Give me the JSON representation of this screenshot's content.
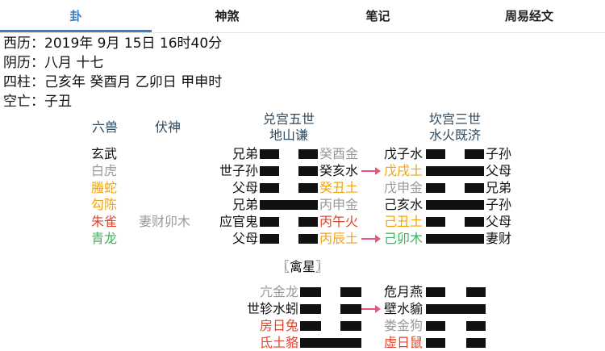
{
  "tabs": [
    "卦",
    "神煞",
    "笔记",
    "周易经文"
  ],
  "info": {
    "solar": "西历：2019年 9月 15日 16时40分",
    "lunar": "阴历：八月 十七",
    "pillars": "四柱：己亥年 癸酉月 乙卯日 甲申时",
    "void": "空亡：子丑"
  },
  "headers": {
    "six_beasts": "六兽",
    "hidden_god": "伏神",
    "main_palace": "兑宫五世",
    "main_name": "地山谦",
    "changed_palace": "坎宫三世",
    "changed_name": "水火既济"
  },
  "beasts": [
    "玄武",
    "白虎",
    "螣蛇",
    "勾陈",
    "朱雀",
    "青龙"
  ],
  "hidden": "妻财卯木",
  "main_left": [
    "兄弟",
    "世子孙",
    "父母",
    "兄弟",
    "应官鬼",
    "父母"
  ],
  "main_right": [
    "癸酉金",
    "癸亥水",
    "癸丑土",
    "丙申金",
    "丙午火",
    "丙辰土"
  ],
  "changed_left": [
    "戊子水",
    "戊戌土",
    "戊申金",
    "己亥水",
    "己丑土",
    "己卯木"
  ],
  "changed_right": [
    "子孙",
    "父母",
    "兄弟",
    "子孙",
    "父母",
    "妻财"
  ],
  "star_title": "〖禽星〗",
  "star_left": [
    "亢金龙",
    "世轸水蚓",
    "房日兔",
    "氐土貉"
  ],
  "star_right": [
    "危月燕",
    "壁水貐",
    "娄金狗",
    "虚日鼠"
  ],
  "colors": {
    "accent": "#3d7fc1",
    "arrow": "#e8577a",
    "gray": "#9a9a9a",
    "orange": "#f2a40f",
    "red": "#e0442c",
    "green": "#35b55a",
    "header": "#2e4a60"
  }
}
